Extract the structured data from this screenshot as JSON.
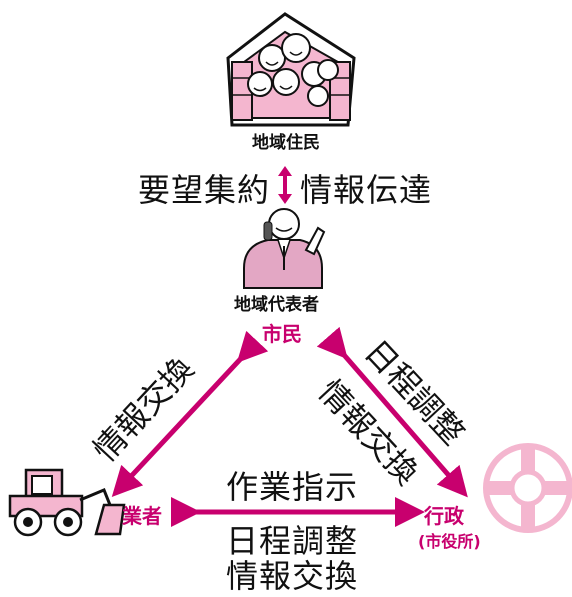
{
  "nodes": {
    "residents": "地域住民",
    "representative": "地域代表者",
    "citizen": "市民",
    "contractor": "業者",
    "government": "行政",
    "government_sub": "(市役所)"
  },
  "links": {
    "residents_rep_left": "要望集約",
    "residents_rep_right": "情報伝達",
    "citizen_contractor": "情報交換",
    "citizen_government_1": "日程調整",
    "citizen_government_2": "情報交換",
    "contractor_government_top": "作業指示",
    "contractor_government_bottom_1": "日程調整",
    "contractor_government_bottom_2": "情報交換"
  },
  "colors": {
    "accent": "#c8006e",
    "pink_fill": "#f4b6cf",
    "text": "#111111"
  },
  "icons": [
    "house-family-icon",
    "representative-phone-icon",
    "bulldozer-icon",
    "city-emblem-icon"
  ]
}
